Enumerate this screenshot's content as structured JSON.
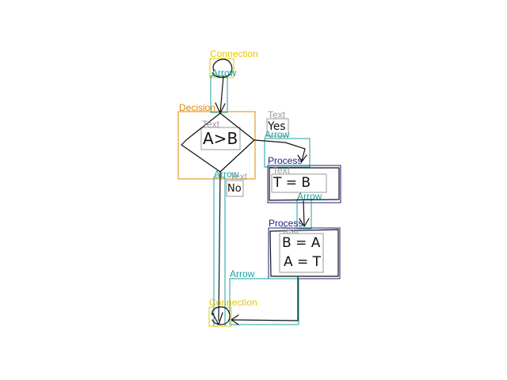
{
  "colors": {
    "connection": "#e6c700",
    "arrow": "#1aa3a3",
    "decision": "#e08a00",
    "text": "#9a9a9a",
    "process": "#1a237e",
    "ink": "#111111"
  },
  "labels": {
    "connection_top": "Connection",
    "arrow_top": "Arrow",
    "decision": "Decision",
    "text_decision": "Text",
    "text_yes": "Text",
    "arrow_yes": "Arrow",
    "process_1": "Process",
    "text_process_1": "Text",
    "arrow_mid": "Arrow",
    "arrow_no": "Arrow",
    "text_no": "Text",
    "process_2": "Process",
    "text_process_2": "Text",
    "arrow_return": "Arrow",
    "connection_bottom": "Connection"
  },
  "handwriting": {
    "condition": "A>B",
    "yes": "Yes",
    "no": "No",
    "assign_t": "T = B",
    "assign_b": "B = A",
    "assign_a": "A = T"
  }
}
